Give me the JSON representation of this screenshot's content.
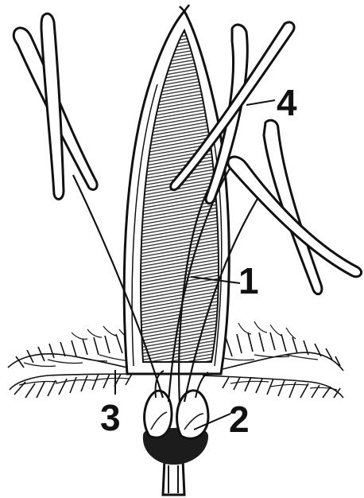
{
  "labels": {
    "l1": "1",
    "l2": "2",
    "l3": "3",
    "l4": "4"
  },
  "colors": {
    "ink": "#111111",
    "paper": "#ffffff",
    "hatch": "#2a2a2a"
  }
}
